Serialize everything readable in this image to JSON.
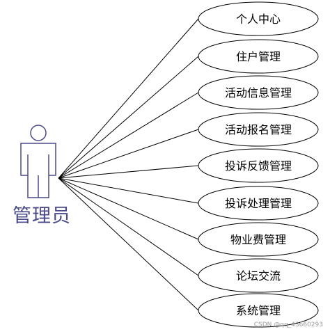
{
  "actor": {
    "label": "管理员"
  },
  "use_cases": [
    {
      "label": "个人中心"
    },
    {
      "label": "住户管理"
    },
    {
      "label": "活动信息管理"
    },
    {
      "label": "活动报名管理"
    },
    {
      "label": "投诉反馈管理"
    },
    {
      "label": "投诉处理管理"
    },
    {
      "label": "物业费管理"
    },
    {
      "label": "论坛交流"
    },
    {
      "label": "系统管理"
    }
  ],
  "colors": {
    "actor": "#4a4a8a",
    "lines": "#000000",
    "ellipse_stroke": "#000000"
  },
  "watermark": "CSDN @qq_43660293"
}
